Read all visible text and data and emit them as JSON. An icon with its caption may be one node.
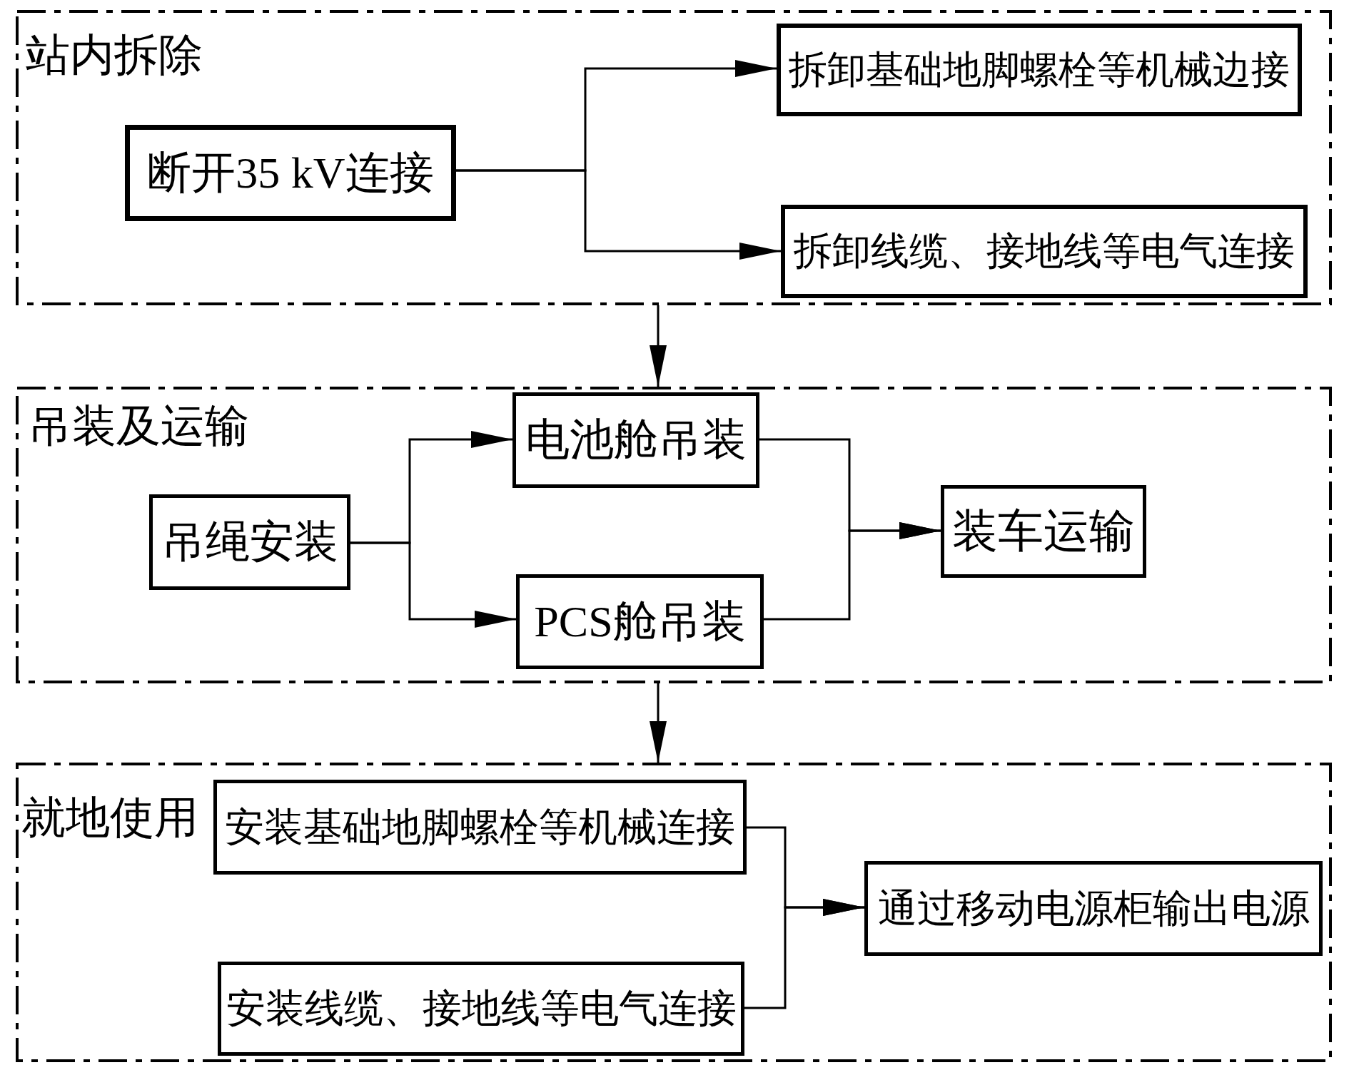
{
  "diagram": {
    "nodes": [
      {
        "text": [
          "站内拆除"
        ]
      },
      {
        "text": [
          "断开35 kV连接"
        ],
        "in": 0
      },
      {
        "text": [
          "拆卸基础地脚螺栓等机械边接"
        ],
        "in": 0
      },
      {
        "text": [
          "拆卸线缆、接地线等电气连接"
        ],
        "in": 0
      },
      {
        "text": [
          "吊装及运输"
        ]
      },
      {
        "text": [
          "吊绳安装"
        ],
        "in": 4
      },
      {
        "text": [
          "电池舱吊装"
        ],
        "in": 4
      },
      {
        "text": [
          "PCS舱吊装"
        ],
        "in": 4
      },
      {
        "text": [
          "装车运输"
        ],
        "in": 4
      },
      {
        "text": [
          "就地使用"
        ]
      },
      {
        "text": [
          "安装基础地脚螺栓等机械连接"
        ],
        "in": 9
      },
      {
        "text": [
          "安装线缆、接地线等电气连接"
        ],
        "in": 9
      },
      {
        "text": [
          "通过移动电源柜输出电源"
        ],
        "in": 9
      }
    ],
    "edges": [
      {
        "from": 1,
        "to": 2,
        "arrow": "to"
      },
      {
        "from": 1,
        "to": 3,
        "arrow": "to"
      },
      {
        "from": 0,
        "to": 4,
        "arrow": "to"
      },
      {
        "from": 5,
        "to": 6,
        "arrow": "to"
      },
      {
        "from": 5,
        "to": 7,
        "arrow": "to"
      },
      {
        "from": 6,
        "to": 8,
        "arrow": "to"
      },
      {
        "from": 7,
        "to": 8,
        "arrow": "to"
      },
      {
        "from": 4,
        "to": 9,
        "arrow": "to"
      },
      {
        "from": 10,
        "to": 12,
        "arrow": "to"
      },
      {
        "from": 11,
        "to": 12,
        "arrow": "to"
      }
    ]
  }
}
